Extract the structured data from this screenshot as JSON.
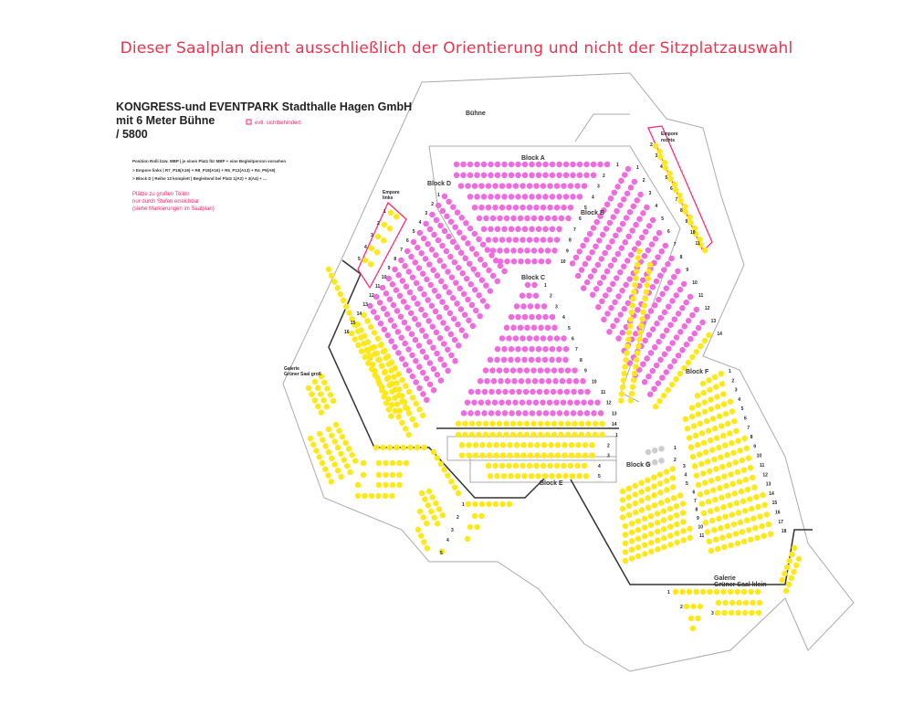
{
  "notice": "Dieser Saalplan dient ausschließlich der Orientierung und nicht der Sitzplatzauswahl",
  "plan": {
    "title_line1": "KONGRESS-und EVENTPARK Stadthalle Hagen GmbH",
    "title_line2": "mit 6 Meter Bühne",
    "title_line3": "/ 5800",
    "legend_label": "evtl. sichtbehindert",
    "notes": [
      "Position Rolli bzw. MBP | je einen Platz für MBP + eine Begleitperson vorsehen",
      "> Empore links | R7_P18(A19) + R8_P18(A16) + R5_P12(A13) + R4_P9(A8)",
      "> Block D | Reihe 13 komplett | Begleitend bei Platz 1(A2) + 3(A4) + ..."
    ],
    "warning": [
      "Plätze zu großen Teilen",
      "nur durch Stufen erreichbar",
      "(siehe Markierungen im Saalplan)"
    ],
    "labels": {
      "stage": "Bühne",
      "block_a": "Block A",
      "block_b": "Block B",
      "block_c": "Block C",
      "block_d": "Block D",
      "block_e": "Block E",
      "block_f": "Block F",
      "block_g": "Block G",
      "empore_links": [
        "Empore",
        "links"
      ],
      "empore_rechts": [
        "Empore",
        "rechts"
      ],
      "galerie_gross": [
        "Galerie",
        "Grüner Saal groß"
      ],
      "galerie_klein": [
        "Galerie",
        "Grüner Saal klein"
      ]
    },
    "colors": {
      "pink": "#f06ae0",
      "yellow": "#ffe81a",
      "red": "#ff1f6d",
      "line": "#999999"
    }
  }
}
